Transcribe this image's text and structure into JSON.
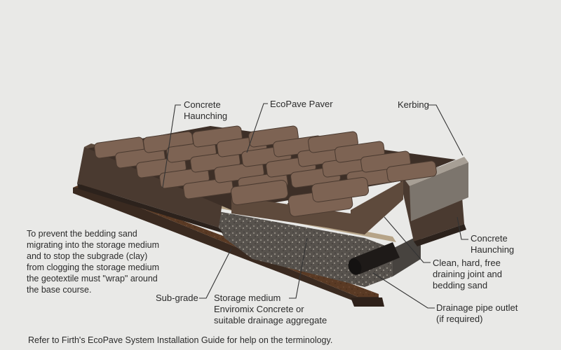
{
  "labels": {
    "concrete_haunching_top": [
      "Concrete",
      "Haunching"
    ],
    "ecopave_paver": "EcoPave Paver",
    "kerbing": "Kerbing",
    "concrete_haunching_right": [
      "Concrete",
      "Haunching"
    ],
    "bedding_sand": [
      "Clean, hard, free",
      "draining joint and",
      "bedding sand"
    ],
    "drainage_pipe": [
      "Drainage pipe outlet",
      "(if required)"
    ],
    "storage_medium": [
      "Storage medium",
      "Enviromix Concrete or",
      "suitable drainage aggregate"
    ],
    "sub_grade": "Sub-grade"
  },
  "geotextile_note": [
    "To prevent the bedding sand",
    "migrating into the storage medium",
    "and to stop the subgrade (clay)",
    "from clogging the storage medium",
    "the geotextile must \"wrap\" around",
    "the base course."
  ],
  "footnote": "Refer to Firth's EcoPave System Installation Guide for help on the terminology.",
  "colors": {
    "background": "#e9e9e7",
    "paver": "#6b5446",
    "paver_top": "#7d6353",
    "haunching": "#4a3a30",
    "aggregate": "#5a5550",
    "subgrade": "#5c3a22",
    "leader": "#333333"
  }
}
